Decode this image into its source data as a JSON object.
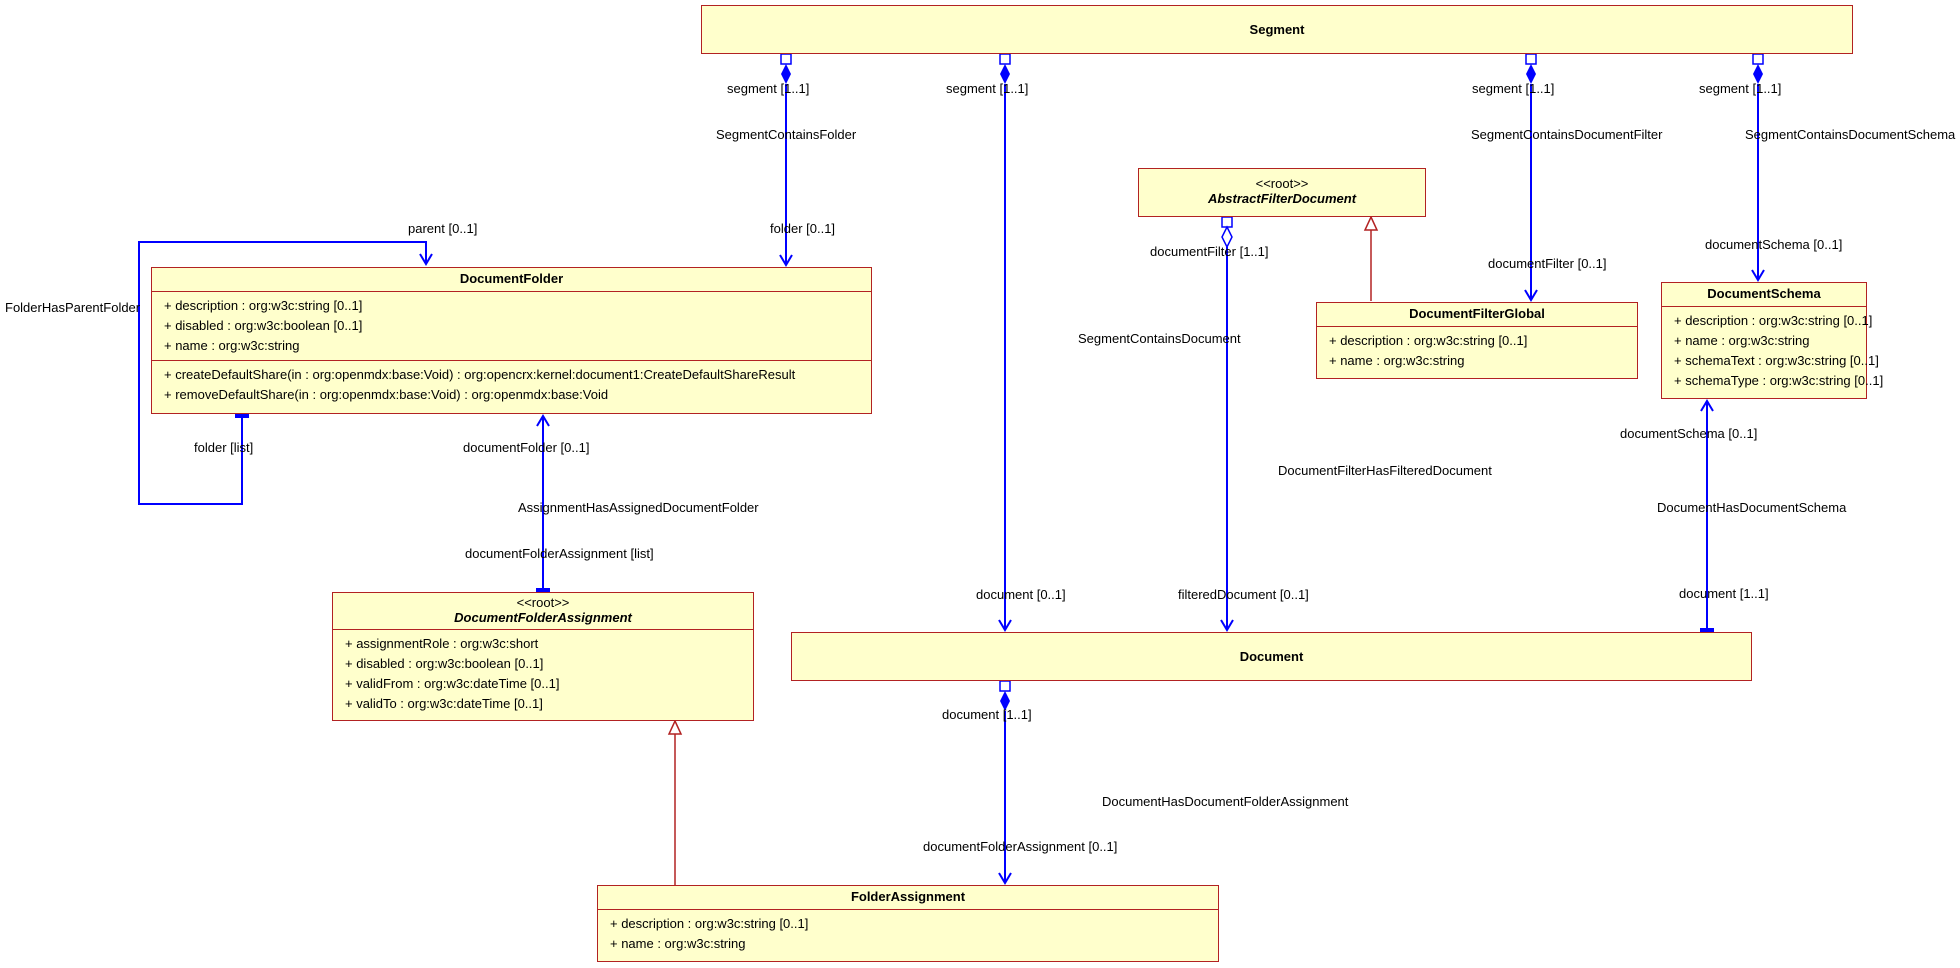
{
  "classes": {
    "segment": {
      "name": "Segment",
      "attributes": [],
      "operations": []
    },
    "document_folder": {
      "name": "DocumentFolder",
      "attributes": [
        "+ description : org:w3c:string [0..1]",
        "+ disabled : org:w3c:boolean [0..1]",
        "+ name : org:w3c:string"
      ],
      "operations": [
        "+ createDefaultShare(in : org:openmdx:base:Void) : org:opencrx:kernel:document1:CreateDefaultShareResult",
        "+ removeDefaultShare(in : org:openmdx:base:Void) : org:openmdx:base:Void"
      ]
    },
    "abstract_filter_document": {
      "stereotype": "<<root>>",
      "name": "AbstractFilterDocument"
    },
    "document_filter_global": {
      "name": "DocumentFilterGlobal",
      "attributes": [
        "+ description : org:w3c:string [0..1]",
        "+ name : org:w3c:string"
      ]
    },
    "document_schema": {
      "name": "DocumentSchema",
      "attributes": [
        "+ description : org:w3c:string [0..1]",
        "+ name : org:w3c:string",
        "+ schemaText : org:w3c:string [0..1]",
        "+ schemaType : org:w3c:string [0..1]"
      ]
    },
    "document_folder_assignment": {
      "stereotype": "<<root>>",
      "name": "DocumentFolderAssignment",
      "attributes": [
        "+ assignmentRole : org:w3c:short",
        "+ disabled : org:w3c:boolean [0..1]",
        "+ validFrom : org:w3c:dateTime [0..1]",
        "+ validTo : org:w3c:dateTime [0..1]"
      ]
    },
    "document": {
      "name": "Document"
    },
    "folder_assignment": {
      "name": "FolderAssignment",
      "attributes": [
        "+ description : org:w3c:string [0..1]",
        "+ name : org:w3c:string"
      ]
    }
  },
  "associations": {
    "segment_contains_folder": {
      "name": "SegmentContainsFolder",
      "source_role": "segment [1..1]",
      "target_role": "folder [0..1]"
    },
    "segment_contains_document": {
      "name": "SegmentContainsDocument",
      "source_role": "segment [1..1]",
      "target_role": "document [0..1]"
    },
    "segment_contains_document_filter": {
      "name": "SegmentContainsDocumentFilter",
      "source_role": "segment [1..1]",
      "target_role": "documentFilter [0..1]"
    },
    "segment_contains_document_schema": {
      "name": "SegmentContainsDocumentSchema",
      "source_role": "segment [1..1]",
      "target_role": "documentSchema [0..1]"
    },
    "folder_has_parent_folder": {
      "name": "FolderHasParentFolder",
      "source_role": "folder [list]",
      "target_role": "parent [0..1]"
    },
    "assignment_has_assigned_document_folder": {
      "name": "AssignmentHasAssignedDocumentFolder",
      "source_role": "documentFolderAssignment [list]",
      "target_role": "documentFolder [0..1]"
    },
    "document_filter_has_filtered_document": {
      "name": "DocumentFilterHasFilteredDocument",
      "source_role": "documentFilter [1..1]",
      "target_role": "filteredDocument [0..1]"
    },
    "document_has_document_schema": {
      "name": "DocumentHasDocumentSchema",
      "source_role": "document [1..1]",
      "target_role": "documentSchema [0..1]"
    },
    "document_has_document_folder_assignment": {
      "name": "DocumentHasDocumentFolderAssignment",
      "source_role": "document [1..1]",
      "target_role": "documentFolderAssignment [0..1]"
    }
  },
  "colors": {
    "class_fill": "#ffffcc",
    "class_border": "#b22222",
    "association_line": "#0000ff",
    "generalization_line": "#b22222"
  }
}
